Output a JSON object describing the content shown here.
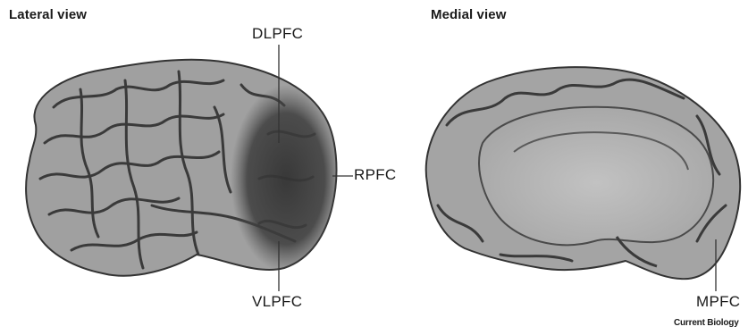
{
  "panels": {
    "lateral": {
      "title": "Lateral view"
    },
    "medial": {
      "title": "Medial view"
    }
  },
  "regions": {
    "dlpfc": "DLPFC",
    "rpfc": "RPFC",
    "vlpfc": "VLPFC",
    "mpfc": "MPFC"
  },
  "credit": "Current Biology",
  "colors": {
    "cortex": "#9a9a9a",
    "sulcus": "#3a3a3a",
    "highlight": "#4a4a4a",
    "medial_wall": "#b4b4b4",
    "text": "#1a1a1a"
  }
}
